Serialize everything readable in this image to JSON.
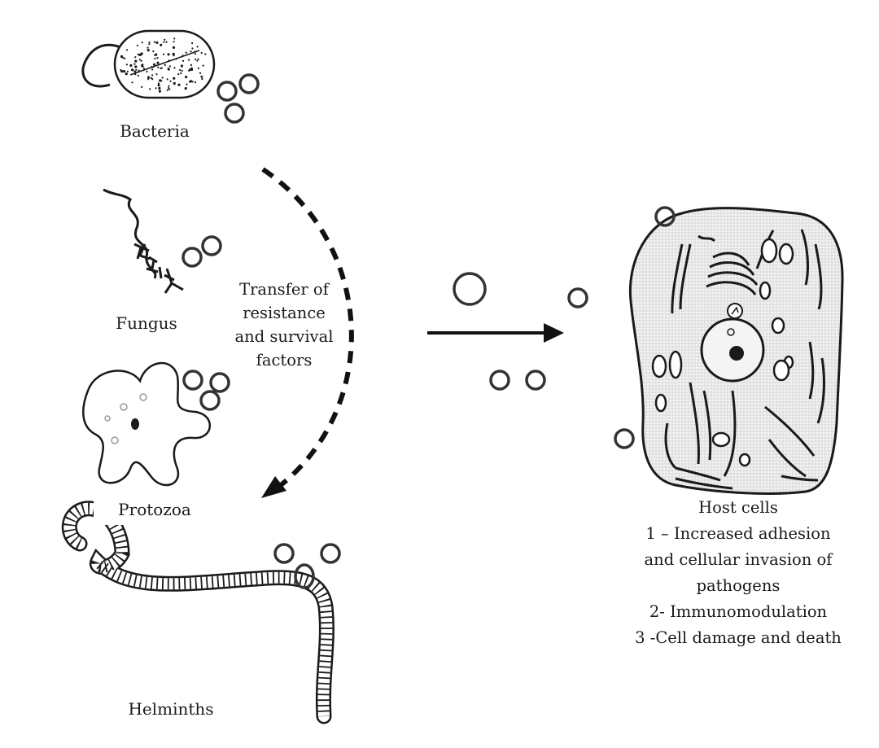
{
  "labels": {
    "bacteria": "Bacteria",
    "fungus": "Fungus",
    "protozoa": "Protozoa",
    "helminths": "Helminths",
    "transfer": [
      "Transfer of",
      "resistance",
      "and survival",
      "factors"
    ]
  },
  "host": {
    "title": "Host cells",
    "lines": [
      "1 – Increased adhesion",
      "and cellular invasion of",
      "pathogens",
      "2- Immunomodulation",
      "3 -Cell damage and death"
    ]
  },
  "colors": {
    "stroke": "#1a1a1a",
    "fill": "#ececec",
    "background": "#ffffff"
  }
}
